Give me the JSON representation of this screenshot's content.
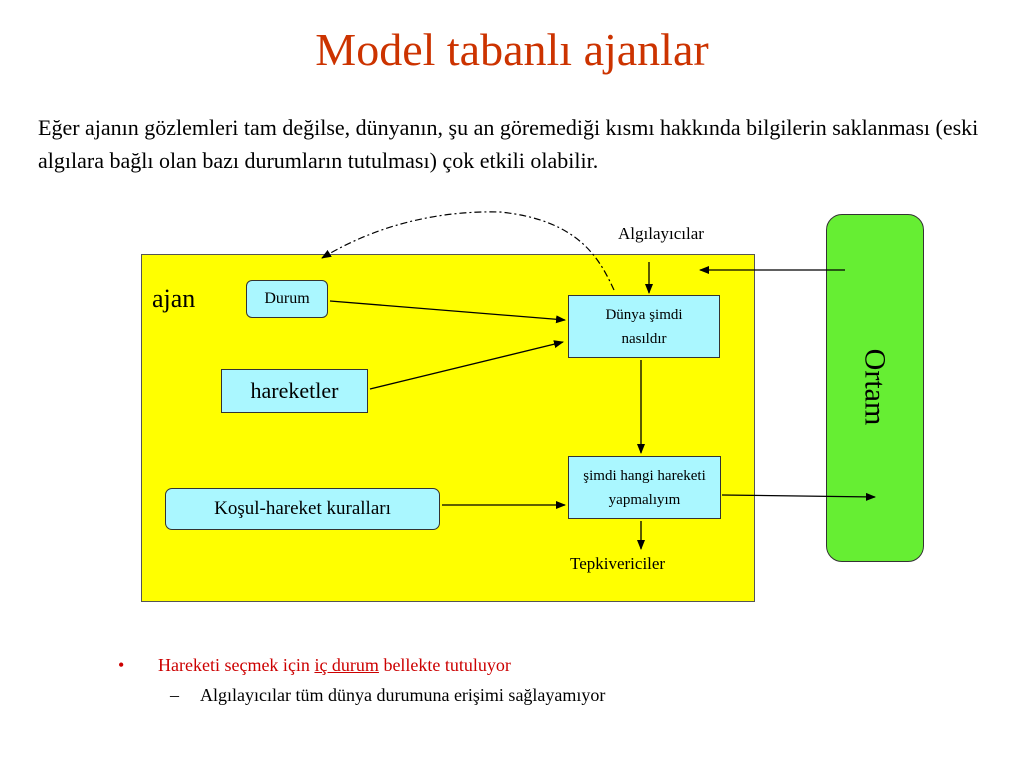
{
  "slide": {
    "title": "Model tabanlı ajanlar",
    "intro": "Eğer ajanın gözlemleri tam değilse, dünyanın, şu an göremediği kısmı hakkında bilgilerin saklanması (eski algılara bağlı olan bazı durumların tutulması) çok etkili olabilir."
  },
  "diagram": {
    "agent_label": "ajan",
    "environment_label": "Ortam",
    "sensors_label": "Algılayıcılar",
    "effectors_label": "Tepkivericiler",
    "state_box": "Durum",
    "actions_box": "hareketler",
    "rules_box": "Koşul-hareket kuralları",
    "world_box": {
      "line1": "Dünya şimdi",
      "line2": "nasıldır"
    },
    "what_box": {
      "line1": "şimdi hangi hareketi",
      "line2": "yapmalıyım"
    },
    "colors": {
      "agent_fill": "#ffff00",
      "environment_fill": "#66ee33",
      "node_fill": "#aaf7ff",
      "title_color": "#cc3300",
      "bullet_color": "#cc0000"
    }
  },
  "bullets": {
    "main_mark": "•",
    "main_before": "Hareketi seçmek için ",
    "main_underlined": "iç durum",
    "main_after": " bellekte tutuluyor",
    "sub_mark": "–",
    "sub_text": "Algılayıcılar tüm dünya durumuna erişimi sağlayamıyor"
  }
}
